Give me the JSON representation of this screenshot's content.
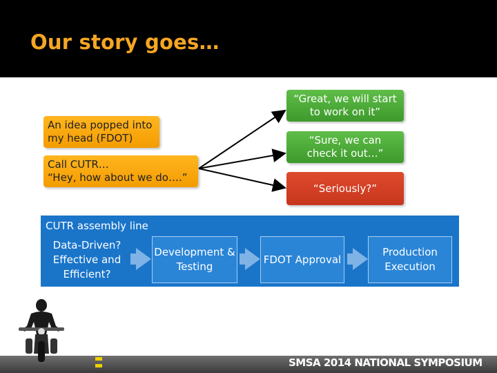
{
  "header": {
    "title": "Our story goes…"
  },
  "left_boxes": {
    "idea": "An idea popped into my head (FDOT)",
    "call_line1": "Call CUTR…",
    "call_line2": "“Hey, how about we do….”"
  },
  "right_boxes": {
    "great": "“Great, we will start to work on it”",
    "sure": "“Sure, we can check it out…”",
    "seriously": "“Seriously?”"
  },
  "assembly": {
    "title": "CUTR assembly line",
    "steps": [
      "Data-Driven? Effective and Efficient?",
      "Development & Testing",
      "FDOT Approval",
      "Production Execution"
    ]
  },
  "footer": {
    "text": "SMSA 2014 NATIONAL SYMPOSIUM"
  },
  "colors": {
    "title": "#f5a623",
    "orange": "#f39c00",
    "green": "#4caf38",
    "red": "#d1401f",
    "assembly": "#1a75c9"
  },
  "icons": {
    "arrows": "arrow-icon",
    "chevron": "chevron-right-icon",
    "rider": "motorcycle-icon"
  }
}
